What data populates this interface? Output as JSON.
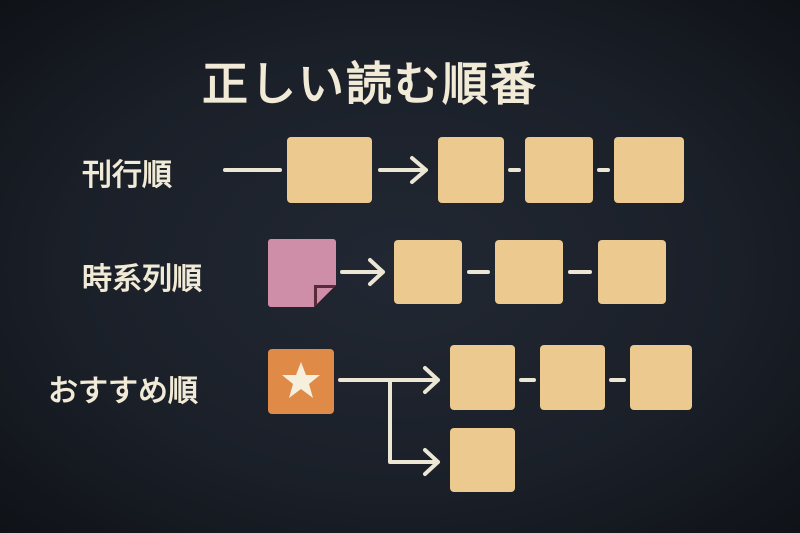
{
  "title": "正しい読む順番",
  "rows": [
    {
      "label": "刊行順"
    },
    {
      "label": "時系列順"
    },
    {
      "label": "おすすめ順"
    }
  ],
  "colors": {
    "box": "#ecc98e",
    "note": "#cf8ea8",
    "star": "#e08a48",
    "line": "#ece6d4"
  }
}
